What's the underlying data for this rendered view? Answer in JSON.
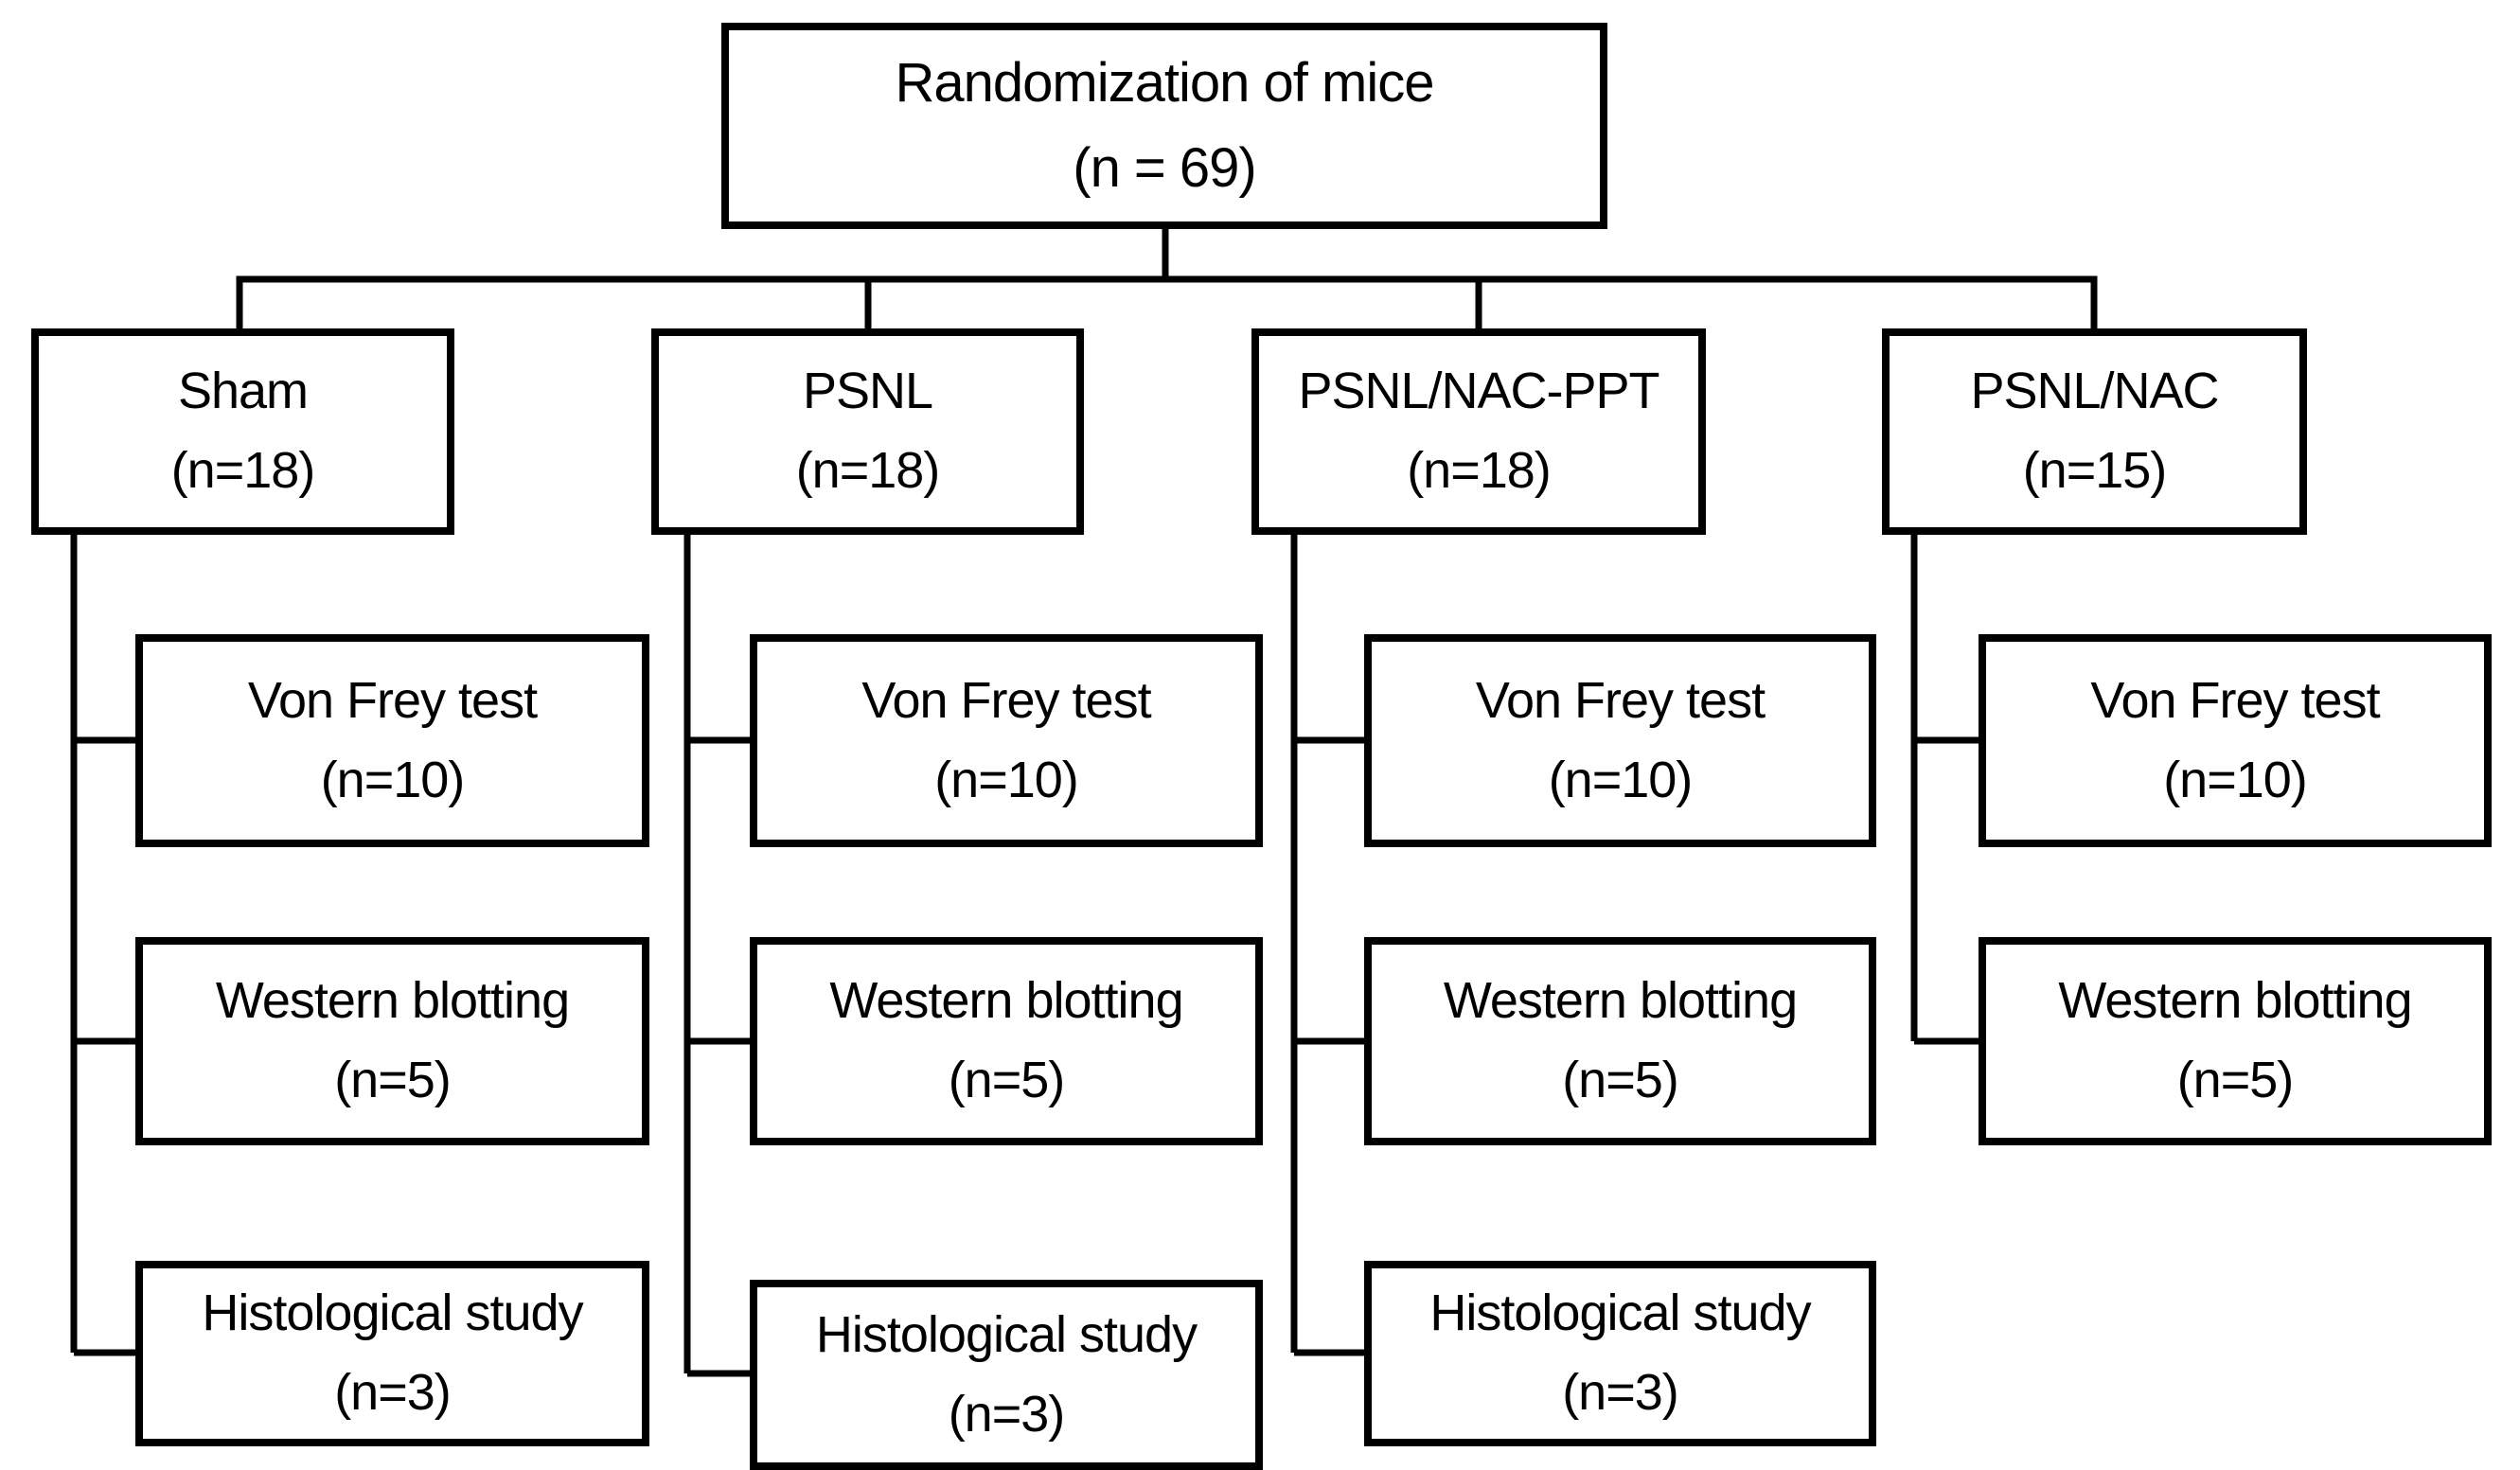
{
  "diagram": {
    "type": "flowchart",
    "background_color": "#ffffff",
    "line_color": "#000000",
    "box_border_color": "#000000",
    "text_color": "#000000",
    "root": {
      "label": "Randomization of mice",
      "count": "(n = 69)"
    },
    "groups": [
      {
        "label": "Sham",
        "count": "(n=18)",
        "children": [
          {
            "label": "Von Frey test",
            "count": "(n=10)"
          },
          {
            "label": "Western blotting",
            "count": "(n=5)"
          },
          {
            "label": "Histological study",
            "count": "(n=3)"
          }
        ]
      },
      {
        "label": "PSNL",
        "count": "(n=18)",
        "children": [
          {
            "label": "Von Frey test",
            "count": "(n=10)"
          },
          {
            "label": "Western blotting",
            "count": "(n=5)"
          },
          {
            "label": "Histological study",
            "count": "(n=3)"
          }
        ]
      },
      {
        "label": "PSNL/NAC-PPT",
        "count": "(n=18)",
        "children": [
          {
            "label": "Von Frey test",
            "count": "(n=10)"
          },
          {
            "label": "Western blotting",
            "count": "(n=5)"
          },
          {
            "label": "Histological study",
            "count": "(n=3)"
          }
        ]
      },
      {
        "label": "PSNL/NAC",
        "count": "(n=15)",
        "children": [
          {
            "label": "Von Frey test",
            "count": "(n=10)"
          },
          {
            "label": "Western blotting",
            "count": "(n=5)"
          }
        ]
      }
    ]
  }
}
